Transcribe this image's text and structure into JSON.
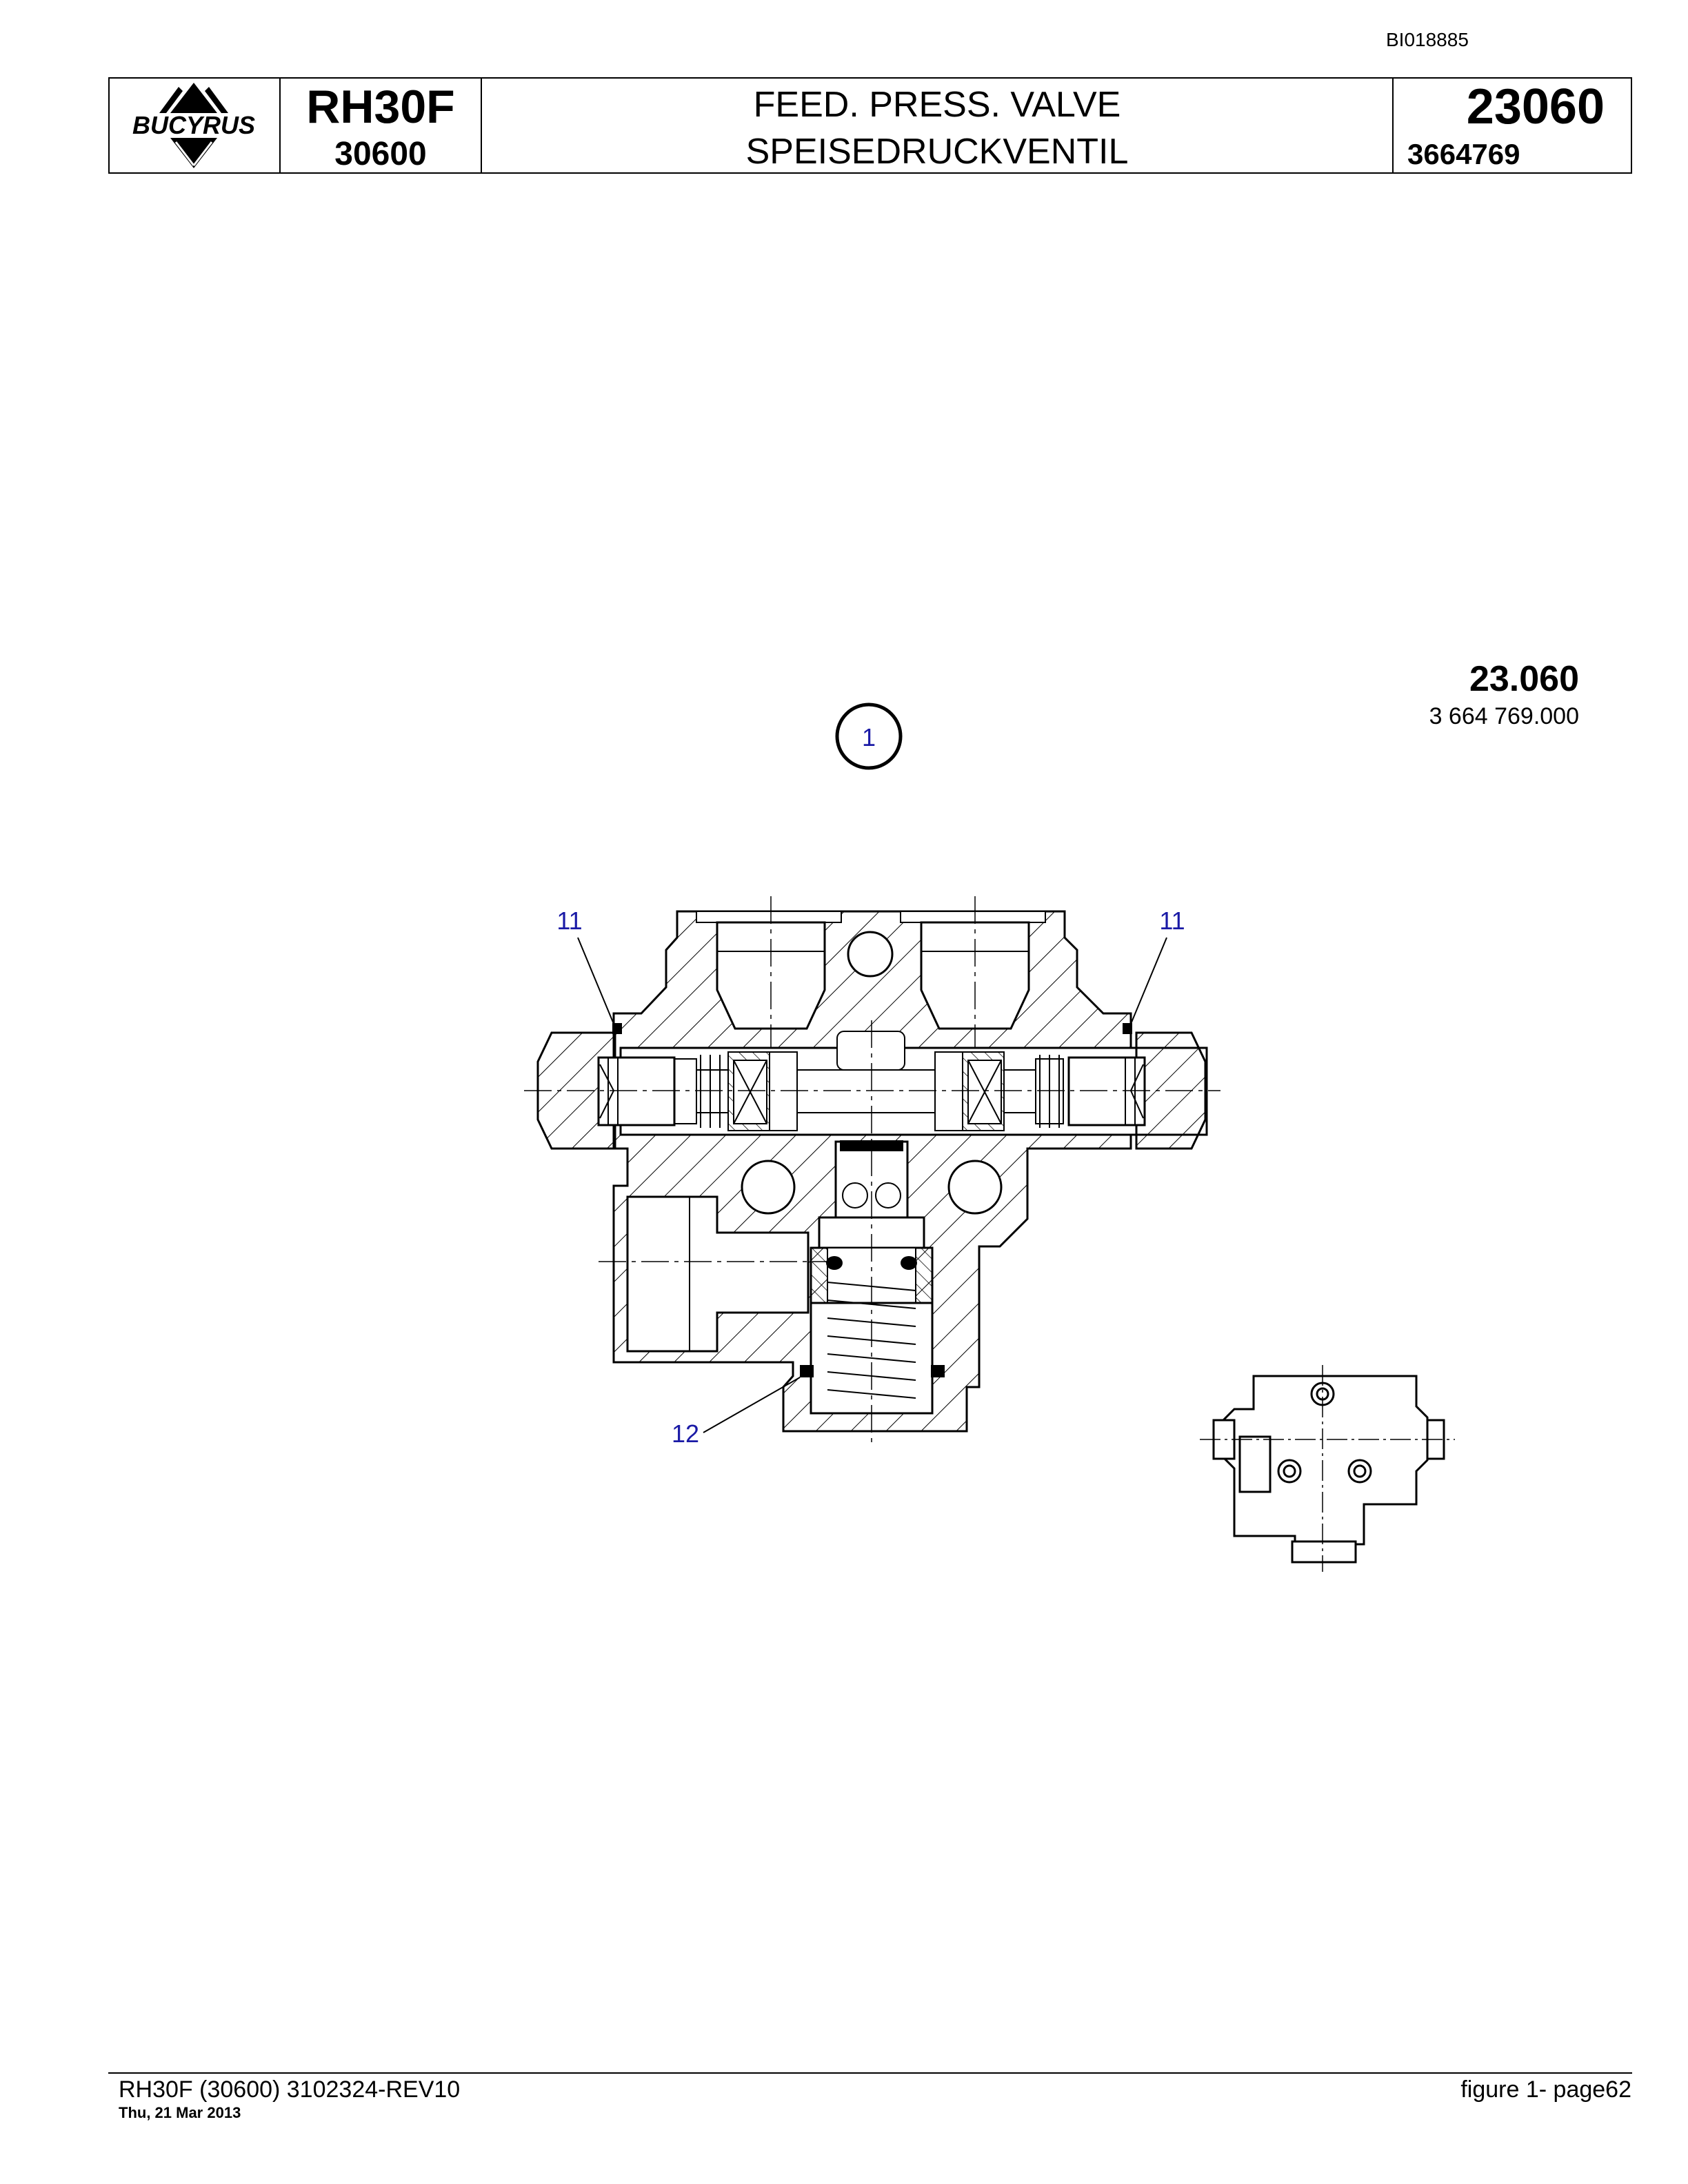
{
  "header": {
    "doc_id": "BI018885",
    "logo_text": "BUCYRUS",
    "model_name": "RH30F",
    "model_code": "30600",
    "title_en": "FEED. PRESS. VALVE",
    "title_de": "SPEISEDRUCKVENTIL",
    "group_number": "23060",
    "part_number": "3664769"
  },
  "figure": {
    "group_label": "23.060",
    "part_label": "3 664 769.000",
    "callouts": [
      "1",
      "11",
      "11",
      "12"
    ]
  },
  "footer": {
    "left": "RH30F (30600) 3102324-REV10",
    "date": "Thu, 21 Mar 2013",
    "right": "figure  1- page62"
  },
  "colors": {
    "callout": "#1a1aa6",
    "line": "#000000"
  }
}
